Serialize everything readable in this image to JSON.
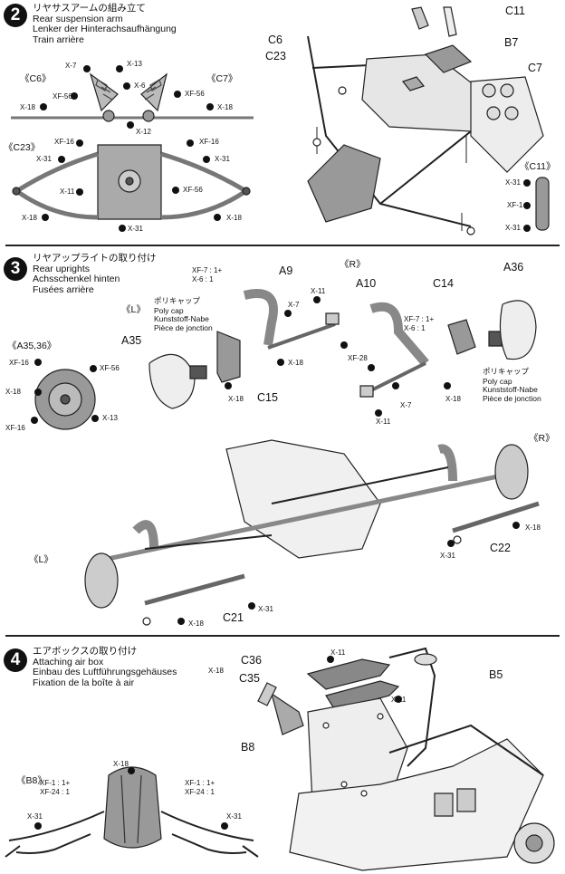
{
  "steps": [
    {
      "number": "2",
      "title_ja": "リヤサスアームの組み立て",
      "title_en": "Rear suspension arm",
      "title_de": "Lenker der Hinterachsaufhängung",
      "title_fr": "Train arrière",
      "groups": [
        "《C6》",
        "《C7》",
        "《C23》",
        "《C11》"
      ],
      "parts": [
        "C11",
        "B7",
        "C6",
        "C23",
        "C7"
      ],
      "screws": [
        "X-7",
        "X-13",
        "X-6",
        "XF-56",
        "X-18",
        "X-12",
        "XF-16",
        "X-31",
        "X-11",
        "XF-1"
      ]
    },
    {
      "number": "3",
      "title_ja": "リヤアップライトの取り付け",
      "title_en": "Rear uprights",
      "title_de": "Achsschenkel hinten",
      "title_fr": "Fusées arrière",
      "groups": [
        "《R》",
        "《L》",
        "《A35,36》"
      ],
      "parts": [
        "A9",
        "A10",
        "C14",
        "A36",
        "A35",
        "C15",
        "C21",
        "C22"
      ],
      "ratio_a": "XF-7 : 1+",
      "ratio_b": "X-6 : 1",
      "polycap": {
        "ja": "ポリキャップ",
        "en": "Poly cap",
        "de": "Kunststoff-Nabe",
        "fr": "Pièce de jonction"
      },
      "screws": [
        "X-11",
        "X-7",
        "X-18",
        "XF-28",
        "XF-16",
        "XF-56",
        "X-13",
        "X-31"
      ]
    },
    {
      "number": "4",
      "title_ja": "エアボックスの取り付け",
      "title_en": "Attaching air box",
      "title_de": "Einbau des Luftführungsgehäuses",
      "title_fr": "Fixation de la boîte à air",
      "groups": [
        "《B8》"
      ],
      "parts": [
        "C36",
        "C35",
        "B5",
        "B8"
      ],
      "ratio_a": "XF-1 : 1+",
      "ratio_b": "XF-24 : 1",
      "screws": [
        "X-11",
        "X-18",
        "X-31"
      ]
    }
  ]
}
